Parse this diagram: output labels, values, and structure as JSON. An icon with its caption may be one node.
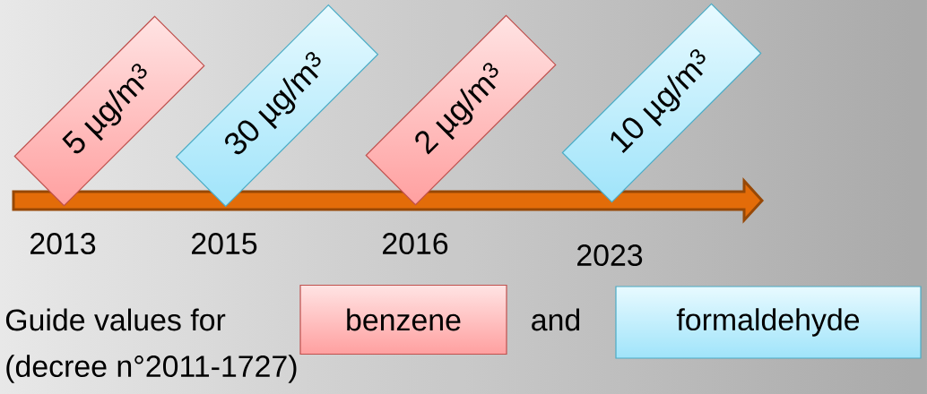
{
  "diagram": {
    "nodes": [
      {
        "text": [
          "5 µg/m$^{3}$"
        ]
      },
      {
        "text": [
          "30 µg/m$^{3}$"
        ]
      },
      {
        "text": [
          "2 µg/m$^{3}$"
        ]
      },
      {
        "text": [
          "10 µg/m$^{3}$"
        ]
      },
      {
        "text": [
          "benzene"
        ]
      },
      {
        "text": [
          "formaldehyde"
        ]
      }
    ],
    "labels": [
      "2013",
      "2015",
      "2016",
      "2023",
      "Guide values for",
      "and",
      "(decree n°2011-1727)"
    ]
  }
}
